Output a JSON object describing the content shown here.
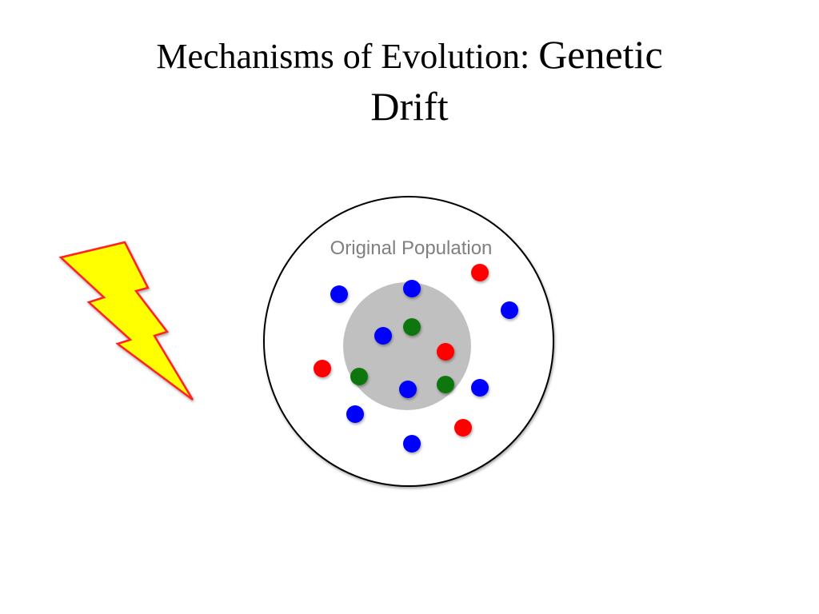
{
  "slide": {
    "title_part1": "Mechanisms of Evolution: ",
    "title_part2": "Genetic",
    "title_line2": "Drift"
  },
  "diagram": {
    "population_label": "Original Population",
    "icon": "lightning-bolt-icon",
    "colors": {
      "blue": "#0000ff",
      "red": "#ff0000",
      "green": "#117711",
      "inner_area": "#c0c0c0",
      "bolt_fill": "#ffff00",
      "bolt_stroke": "#ff2222"
    },
    "individuals": [
      {
        "color": "blue"
      },
      {
        "color": "blue"
      },
      {
        "color": "red"
      },
      {
        "color": "blue"
      },
      {
        "color": "blue"
      },
      {
        "color": "green"
      },
      {
        "color": "red"
      },
      {
        "color": "red"
      },
      {
        "color": "green"
      },
      {
        "color": "blue"
      },
      {
        "color": "green"
      },
      {
        "color": "blue"
      },
      {
        "color": "blue"
      },
      {
        "color": "red"
      },
      {
        "color": "blue"
      }
    ]
  }
}
